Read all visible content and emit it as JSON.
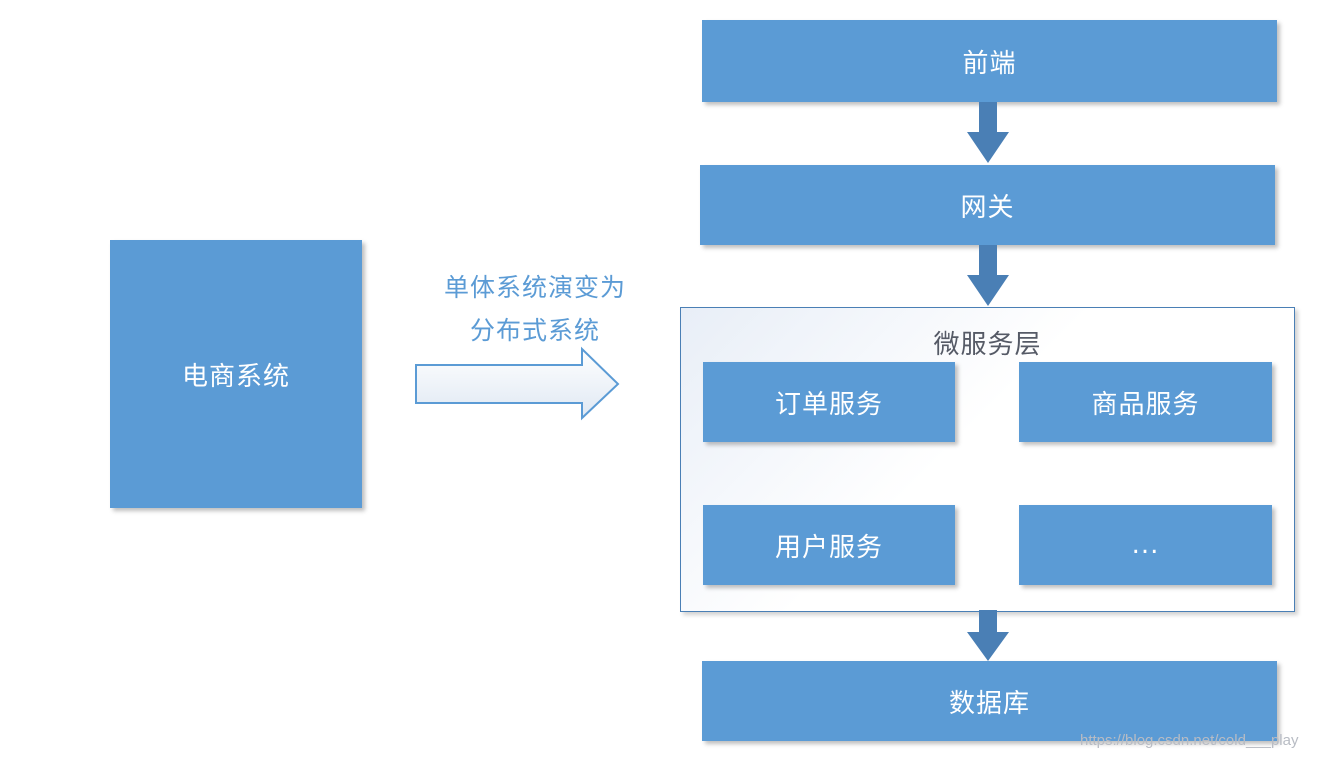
{
  "diagram": {
    "monolith": {
      "label": "电商系统"
    },
    "evolution": {
      "line1": "单体系统演变为",
      "line2": "分布式系统"
    },
    "frontend": {
      "label": "前端"
    },
    "gateway": {
      "label": "网关"
    },
    "microservice_layer": {
      "label": "微服务层",
      "services": [
        {
          "label": "订单服务"
        },
        {
          "label": "商品服务"
        },
        {
          "label": "用户服务"
        },
        {
          "label": "..."
        }
      ]
    },
    "database": {
      "label": "数据库"
    },
    "colors": {
      "box_fill": "#5b9bd5",
      "arrow_fill": "#4a7fb5",
      "text_accent": "#5b9bd5"
    }
  },
  "watermark": "https://blog.csdn.net/cold___play"
}
